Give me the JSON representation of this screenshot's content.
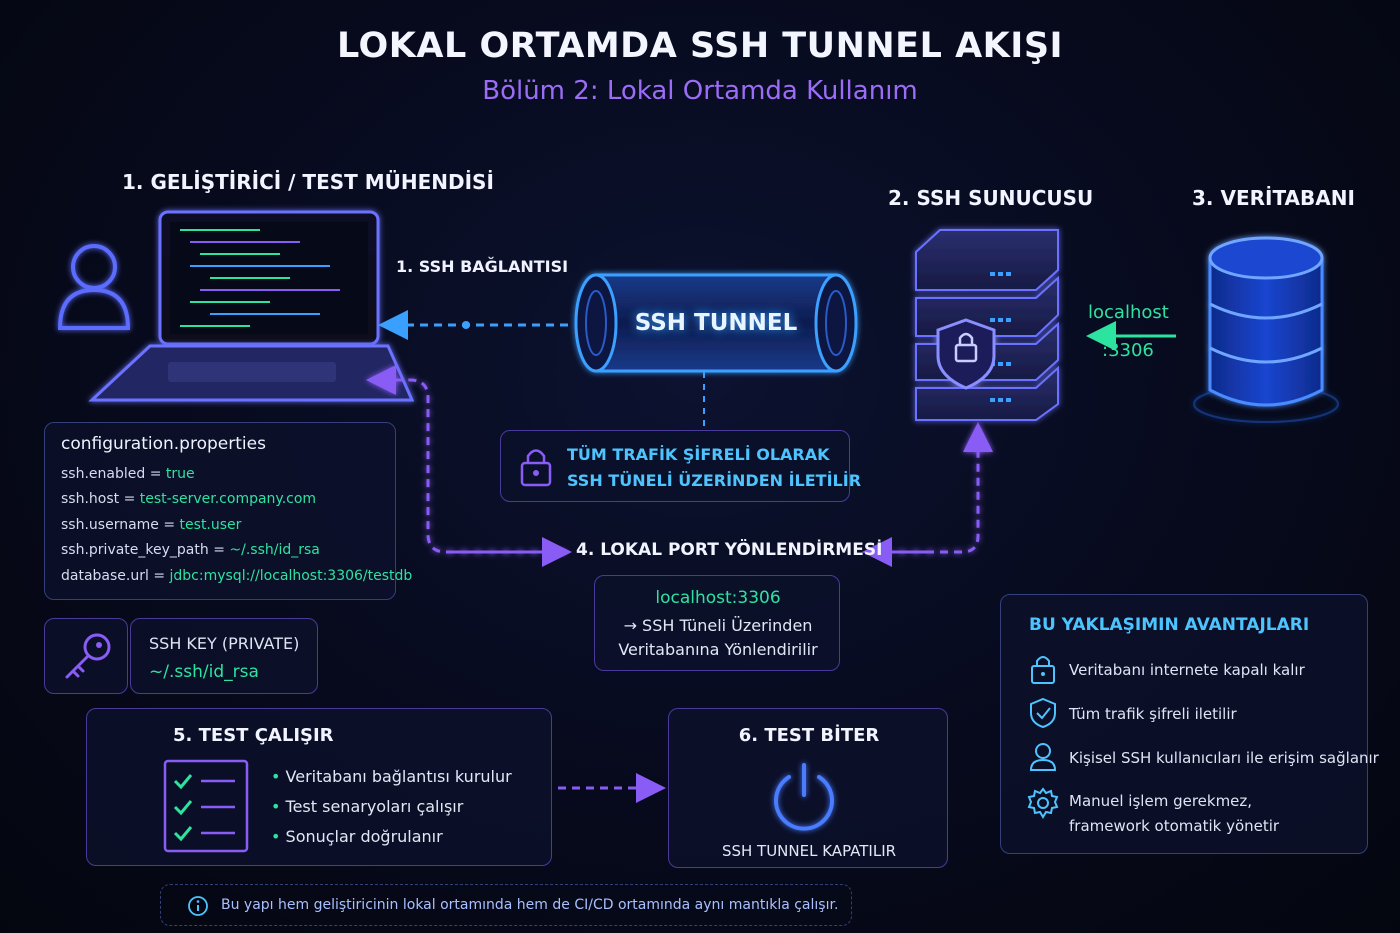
{
  "header": {
    "title": "LOKAL ORTAMDA SSH TUNNEL AKIŞI",
    "subtitle": "Bölüm 2: Lokal Ortamda Kullanım"
  },
  "nodes": {
    "developer": "1. GELİŞTİRİCİ / TEST MÜHENDİSİ",
    "ssh_server": "2. SSH SUNUCUSU",
    "database": "3. VERİTABANI"
  },
  "connection": {
    "label": "1. SSH BAĞLANTISI",
    "tunnel_label": "SSH TUNNEL",
    "localhost": "localhost",
    "port": ":3306"
  },
  "encryption_note": {
    "line1": "TÜM TRAFİK ŞİFRELİ OLARAK",
    "line2": "SSH TÜNELİ ÜZERİNDEN İLETİLİR"
  },
  "config": {
    "title": "configuration.properties",
    "lines": [
      {
        "key": "ssh.enabled = ",
        "value": "true"
      },
      {
        "key": "ssh.host = ",
        "value": "test-server.company.com"
      },
      {
        "key": "ssh.username = ",
        "value": "test.user"
      },
      {
        "key": "ssh.private_key_path = ",
        "value": "~/.ssh/id_rsa"
      },
      {
        "key": "database.url = ",
        "value": "jdbc:mysql://localhost:3306/testdb"
      }
    ]
  },
  "ssh_key": {
    "label": "SSH KEY (PRIVATE)",
    "path": "~/.ssh/id_rsa"
  },
  "port_forwarding": {
    "label": "4. LOKAL PORT YÖNLENDİRMESİ",
    "address": "localhost:3306",
    "line1": "→ SSH Tüneli Üzerinden",
    "line2": "Veritabanına Yönlendirilir"
  },
  "test_runs": {
    "title": "5. TEST ÇALIŞIR",
    "items": [
      "Veritabanı bağlantısı kurulur",
      "Test senaryoları çalışır",
      "Sonuçlar doğrulanır"
    ]
  },
  "test_ends": {
    "title": "6. TEST BİTER",
    "caption": "SSH TUNNEL KAPATILIR"
  },
  "advantages": {
    "title": "BU YAKLAŞIMIN AVANTAJLARI",
    "items": [
      {
        "icon": "lock-icon",
        "line1": "Veritabanı internete kapalı kalır",
        "line2": ""
      },
      {
        "icon": "shield-check-icon",
        "line1": "Tüm trafik şifreli iletilir",
        "line2": ""
      },
      {
        "icon": "user-icon",
        "line1": "Kişisel SSH kullanıcıları ile erişim sağlanır",
        "line2": ""
      },
      {
        "icon": "gear-icon",
        "line1": "Manuel işlem gerekmez,",
        "line2": "framework otomatik yönetir"
      }
    ]
  },
  "footer_note": "Bu yapı hem geliştiricinin lokal ortamında hem de CI/CD ortamında aynı mantıkla çalışır.",
  "colors": {
    "accent_blue": "#3aa0ff",
    "accent_purple": "#8a5cf6",
    "accent_green": "#2de3a0",
    "background": "#070a1c"
  }
}
